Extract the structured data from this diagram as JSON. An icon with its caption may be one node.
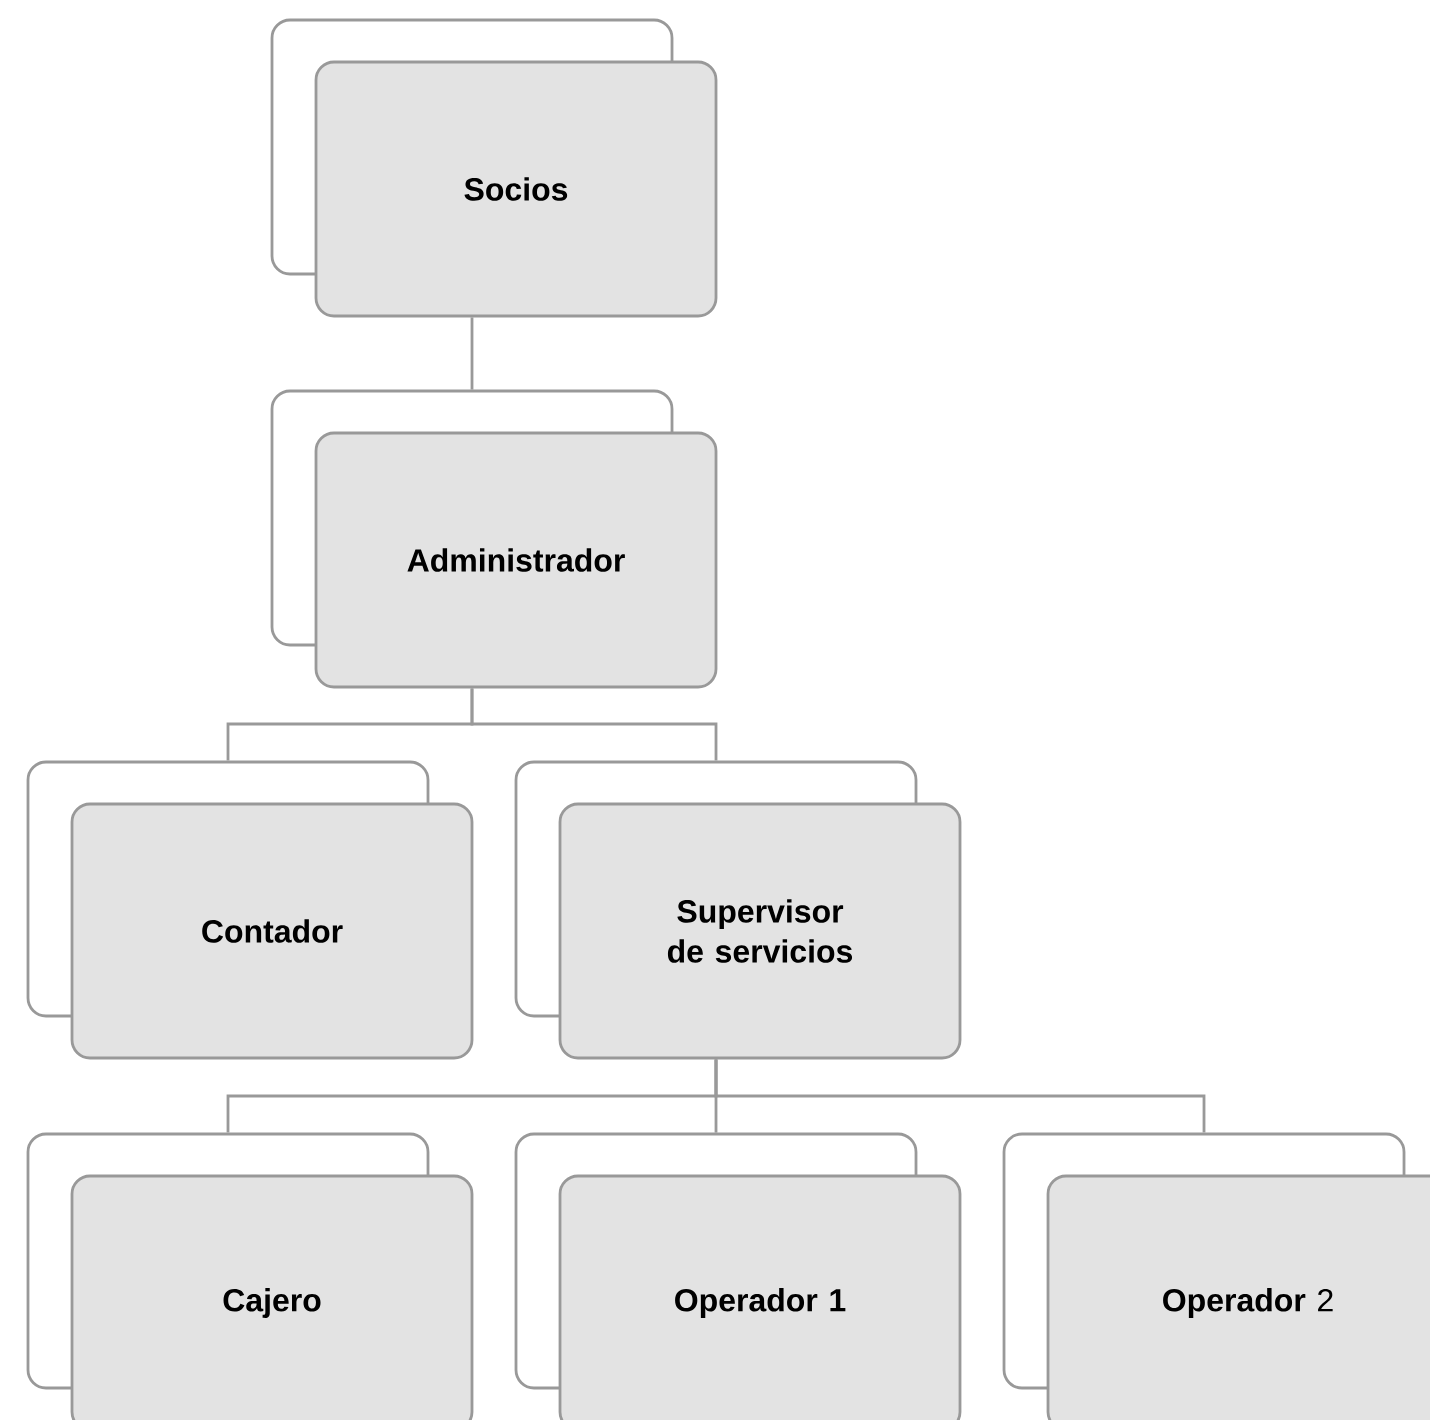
{
  "diagram": {
    "nodes": [
      {
        "text": [
          "Socios"
        ]
      },
      {
        "text": [
          "Administrador"
        ]
      },
      {
        "text": [
          "Contador"
        ]
      },
      {
        "text": [
          "Supervisor de servicios"
        ]
      },
      {
        "text": [
          "Cajero"
        ]
      },
      {
        "text": [
          "Operador 1"
        ]
      },
      {
        "text": [
          "**Operador** 2"
        ]
      }
    ],
    "edges": [
      {
        "from": 0,
        "to": 1,
        "arrow": "none"
      },
      {
        "from": 1,
        "to": 2,
        "arrow": "none"
      },
      {
        "from": 1,
        "to": 3,
        "arrow": "none"
      },
      {
        "from": 3,
        "to": 4,
        "arrow": "none"
      },
      {
        "from": 3,
        "to": 5,
        "arrow": "none"
      },
      {
        "from": 3,
        "to": 6,
        "arrow": "none"
      }
    ]
  }
}
